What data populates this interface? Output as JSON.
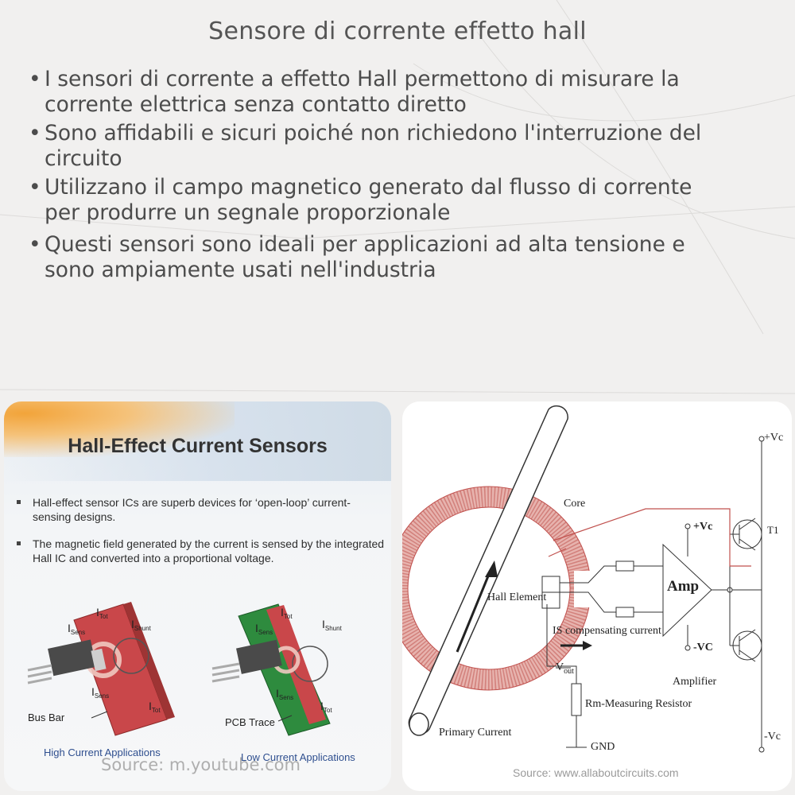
{
  "slide": {
    "title": "Sensore di corrente effetto hall",
    "bullet_char": "•",
    "bullets": [
      {
        "line1": "I sensori di corrente a effetto Hall permettono di misurare la",
        "line2": "corrente elettrica senza contatto diretto"
      },
      {
        "line1": "Sono affidabili e sicuri poiché non richiedono l'interruzione del",
        "line2": "circuito"
      },
      {
        "line1": "Utilizzano il campo magnetico generato dal flusso di corrente",
        "line2": "per produrre un segnale proporzionale"
      },
      {
        "line1": "Questi sensori sono ideali per applicazioni ad alta tensione e",
        "line2": "sono ampiamente usati nell'industria"
      }
    ]
  },
  "left_image": {
    "title": "Hall-Effect Current Sensors",
    "bullets": [
      "Hall-effect sensor ICs are superb devices for ‘open-loop’ current-sensing designs.",
      "The magnetic field generated by the current is sensed by the integrated Hall IC and converted into a proportional voltage."
    ],
    "figure_labels": {
      "i": "I",
      "sens": "Sens",
      "tot": "Tot",
      "shunt": "Shunt",
      "bus_bar": "Bus Bar",
      "pcb_trace": "PCB Trace"
    },
    "caption_high": "High Current Applications",
    "caption_low": "Low Current Applications",
    "source": "Source: m.youtube.com"
  },
  "right_image": {
    "labels": {
      "core": "Core",
      "hall_element": "Hall Element",
      "compensating": "IS compensating current",
      "vout": "V",
      "vout_sub": "out",
      "rm": "Rm-Measuring Resistor",
      "gnd": "GND",
      "primary": "Primary Current",
      "amp": "Amp",
      "amplifier": "Amplifier",
      "vc_pos_amp": "+Vc",
      "vc_neg_amp": "-VC",
      "vc_pos_rail": "+Vc",
      "vc_neg_rail": "-Vc",
      "t1": "T1"
    },
    "source": "Source: www.allaboutcircuits.com"
  },
  "colors": {
    "background": "#f1f0ef",
    "coil": "#d98a85",
    "wire_red": "#c0504d",
    "caption_blue": "#2f4f8f",
    "busbar": "#c9474a",
    "pcb_green": "#2e8b3e"
  }
}
